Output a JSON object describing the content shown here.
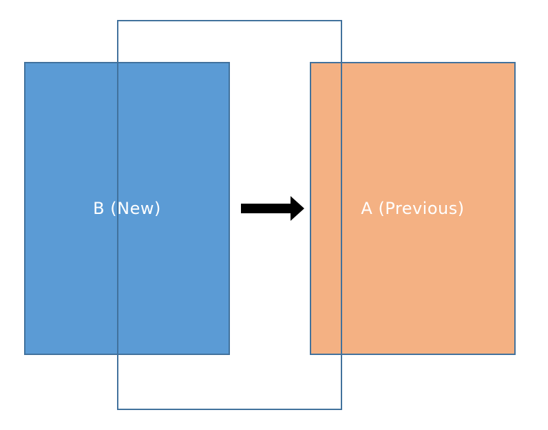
{
  "diagram": {
    "boxes": {
      "new": {
        "label": "B (New)",
        "fill": "#5b9bd5",
        "stroke": "#41719c"
      },
      "previous": {
        "label": "A (Previous)",
        "fill": "#f4b183",
        "stroke": "#41719c"
      }
    },
    "outline": {
      "stroke": "#41719c",
      "fill": "none"
    },
    "arrow": {
      "color": "#000000",
      "direction": "right"
    }
  }
}
